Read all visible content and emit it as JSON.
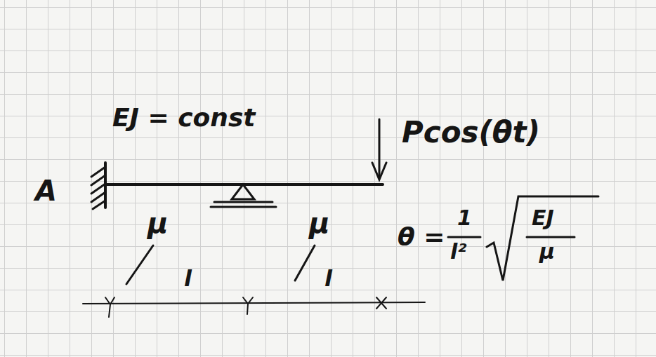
{
  "diagram": {
    "labels": [
      "EJ = const",
      "A",
      "Pcos(θt)",
      "μ",
      "μ",
      "l",
      "l",
      "θ =",
      "1",
      "l²",
      "EJ",
      "μ"
    ]
  }
}
